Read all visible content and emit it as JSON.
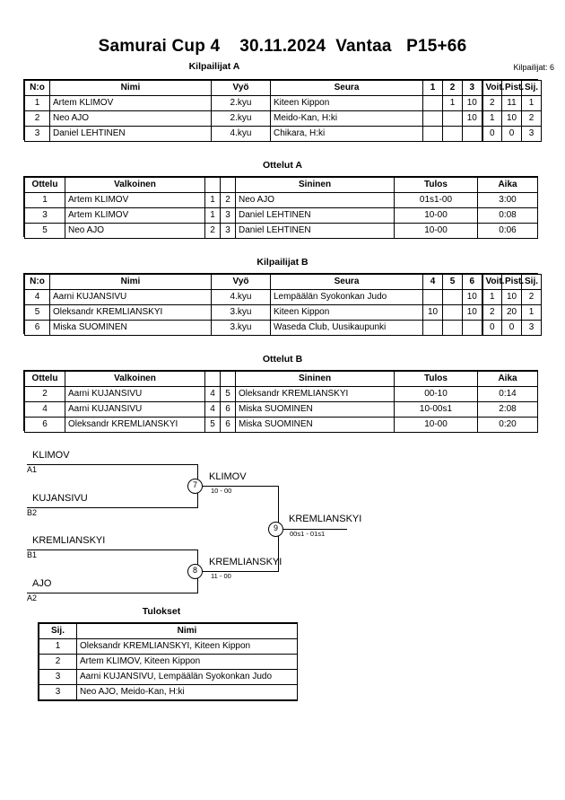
{
  "header": {
    "title": "Samurai Cup 4    30.11.2024  Vantaa   P15+66",
    "entrants_label": "Kilpailijat: 6"
  },
  "pools": [
    {
      "caption": "Kilpailijat A",
      "headers": [
        "N:o",
        "Nimi",
        "Vyö",
        "Seura",
        "1",
        "2",
        "3",
        "Voit.",
        "Pist.",
        "Sij."
      ],
      "rows": [
        {
          "no": "1",
          "name": "Artem KLIMOV",
          "belt": "2.kyu",
          "club": "Kiteen Kippon",
          "m1": "",
          "m2": "1",
          "m3": "10",
          "wins": "2",
          "points": "11",
          "rank": "1"
        },
        {
          "no": "2",
          "name": "Neo AJO",
          "belt": "2.kyu",
          "club": "Meido-Kan, H:ki",
          "m1": "",
          "m2": "",
          "m3": "10",
          "wins": "1",
          "points": "10",
          "rank": "2"
        },
        {
          "no": "3",
          "name": "Daniel LEHTINEN",
          "belt": "4.kyu",
          "club": "Chikara, H:ki",
          "m1": "",
          "m2": "",
          "m3": "",
          "wins": "0",
          "points": "0",
          "rank": "3"
        }
      ]
    },
    {
      "caption": "Kilpailijat B",
      "headers": [
        "N:o",
        "Nimi",
        "Vyö",
        "Seura",
        "4",
        "5",
        "6",
        "Voit.",
        "Pist.",
        "Sij."
      ],
      "rows": [
        {
          "no": "4",
          "name": "Aarni KUJANSIVU",
          "belt": "4.kyu",
          "club": "Lempäälän Syokonkan Judo",
          "m1": "",
          "m2": "",
          "m3": "10",
          "wins": "1",
          "points": "10",
          "rank": "2"
        },
        {
          "no": "5",
          "name": "Oleksandr KREMLIANSKYI",
          "belt": "3.kyu",
          "club": "Kiteen Kippon",
          "m1": "10",
          "m2": "",
          "m3": "10",
          "wins": "2",
          "points": "20",
          "rank": "1"
        },
        {
          "no": "6",
          "name": "Miska SUOMINEN",
          "belt": "3.kyu",
          "club": "Waseda Club, Uusikaupunki",
          "m1": "",
          "m2": "",
          "m3": "",
          "wins": "0",
          "points": "0",
          "rank": "3"
        }
      ]
    }
  ],
  "matches": [
    {
      "caption": "Ottelut A",
      "headers": [
        "Ottelu",
        "Valkoinen",
        "",
        "",
        "Sininen",
        "Tulos",
        "Aika"
      ],
      "rows": [
        {
          "no": "1",
          "white": "Artem KLIMOV",
          "wn": "1",
          "bn": "2",
          "blue": "Neo AJO",
          "result": "01s1-00",
          "time": "3:00"
        },
        {
          "no": "3",
          "white": "Artem KLIMOV",
          "wn": "1",
          "bn": "3",
          "blue": "Daniel LEHTINEN",
          "result": "10-00",
          "time": "0:08"
        },
        {
          "no": "5",
          "white": "Neo AJO",
          "wn": "2",
          "bn": "3",
          "blue": "Daniel LEHTINEN",
          "result": "10-00",
          "time": "0:06"
        }
      ]
    },
    {
      "caption": "Ottelut B",
      "headers": [
        "Ottelu",
        "Valkoinen",
        "",
        "",
        "Sininen",
        "Tulos",
        "Aika"
      ],
      "rows": [
        {
          "no": "2",
          "white": "Aarni KUJANSIVU",
          "wn": "4",
          "bn": "5",
          "blue": "Oleksandr KREMLIANSKYI",
          "result": "00-10",
          "time": "0:14"
        },
        {
          "no": "4",
          "white": "Aarni KUJANSIVU",
          "wn": "4",
          "bn": "6",
          "blue": "Miska SUOMINEN",
          "result": "10-00s1",
          "time": "2:08"
        },
        {
          "no": "6",
          "white": "Oleksandr KREMLIANSKYI",
          "wn": "5",
          "bn": "6",
          "blue": "Miska SUOMINEN",
          "result": "10-00",
          "time": "0:20"
        }
      ]
    }
  ],
  "bracket": {
    "entries": [
      {
        "name": "KLIMOV",
        "seed": "A1"
      },
      {
        "name": "KUJANSIVU",
        "seed": "B2"
      },
      {
        "name": "KREMLIANSKYI",
        "seed": "B1"
      },
      {
        "name": "AJO",
        "seed": "A2"
      }
    ],
    "semifinals": [
      {
        "node": "7",
        "winner": "KLIMOV",
        "score": "10 - 00"
      },
      {
        "node": "8",
        "winner": "KREMLIANSKYI",
        "score": "11 - 00"
      }
    ],
    "final": {
      "node": "9",
      "winner": "KREMLIANSKYI",
      "score": "00s1 - 01s1"
    }
  },
  "results": {
    "caption": "Tulokset",
    "headers": [
      "Sij.",
      "Nimi"
    ],
    "rows": [
      {
        "rank": "1",
        "name": "Oleksandr KREMLIANSKYI, Kiteen Kippon"
      },
      {
        "rank": "2",
        "name": "Artem KLIMOV, Kiteen Kippon"
      },
      {
        "rank": "3",
        "name": "Aarni KUJANSIVU, Lempäälän Syokonkan Judo"
      },
      {
        "rank": "3",
        "name": "Neo AJO, Meido-Kan, H:ki"
      }
    ]
  }
}
